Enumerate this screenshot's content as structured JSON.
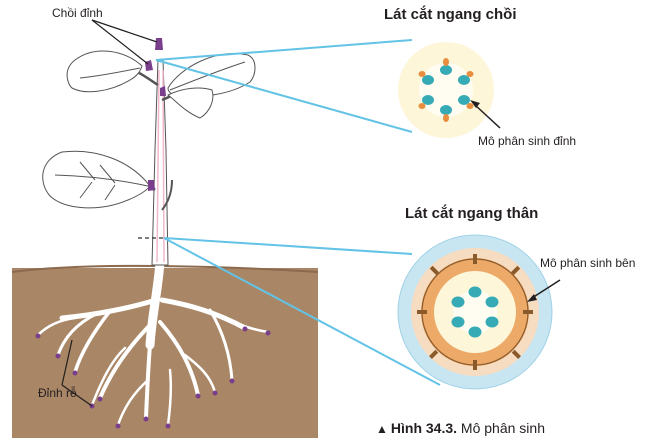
{
  "labels": {
    "apical_bud": "Chồi đỉnh",
    "root_tip": "Đỉnh rễ",
    "bud_cross_section_title": "Lát cắt ngang chồi",
    "stem_cross_section_title": "Lát cắt ngang thân",
    "apical_meristem": "Mô phân sinh đỉnh",
    "lateral_meristem": "Mô phân sinh bên"
  },
  "caption": {
    "figure_number": "Hình 34.3.",
    "text": "Mô phân sinh"
  },
  "colors": {
    "soil": "#a98666",
    "soil_surface": "#c29c79",
    "connector_line": "#63c3e6",
    "meristem_teal": "#36aab5",
    "meristem_orange": "#e98e3e",
    "bud_purple": "#7a3f8c",
    "cortex_blue": "#c8e5f2",
    "cambium_orange": "#eca968",
    "pith_cream": "#fdf6d9"
  }
}
